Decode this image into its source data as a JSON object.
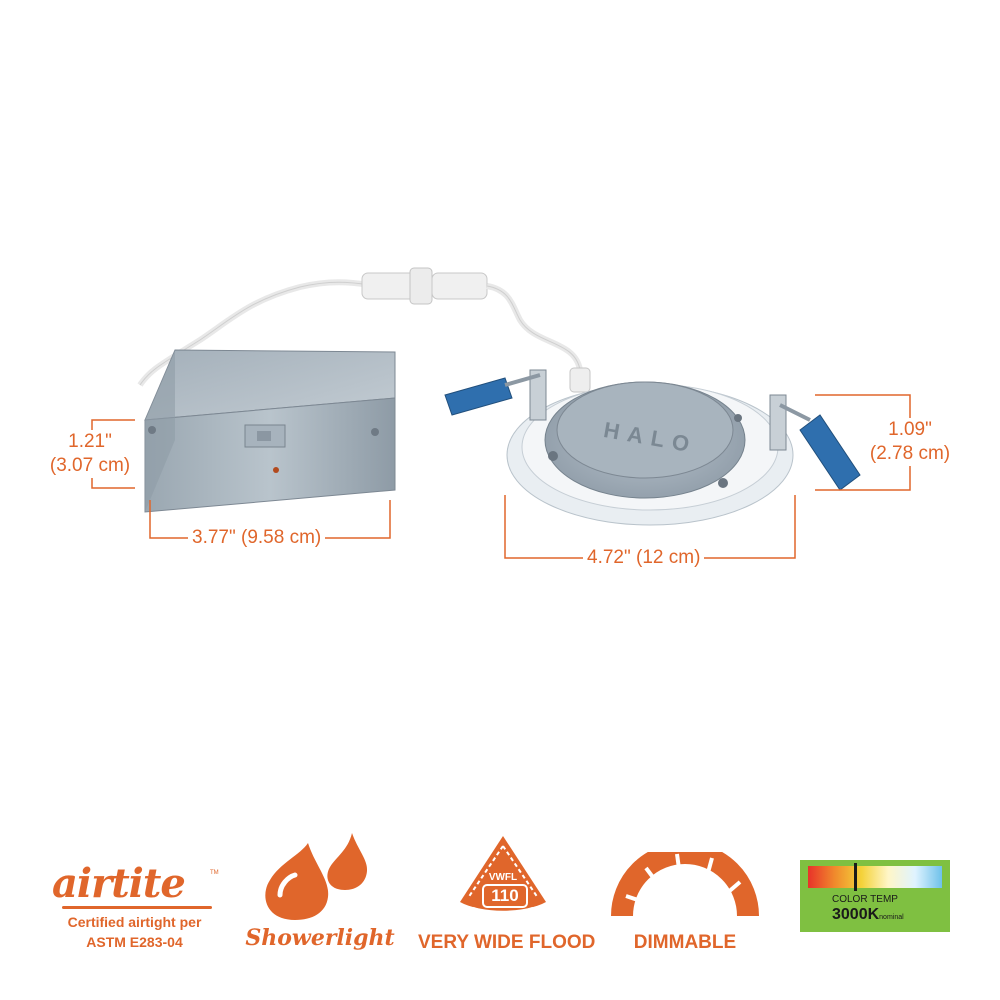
{
  "dimensions": {
    "box_height": "1.21\"",
    "box_height_cm": "(3.07 cm)",
    "box_width": "3.77\" (9.58 cm)",
    "light_diameter": "4.72\" (12 cm)",
    "light_height": "1.09\"",
    "light_height_cm": "(2.78 cm)"
  },
  "product": {
    "brand_mark": "HALO"
  },
  "features": {
    "airtite": {
      "logo": "airtite",
      "trademark": "TM",
      "line1": "Certified airtight per",
      "line2": "ASTM E283-04",
      "icon": "airtite-logo"
    },
    "showerlight": {
      "label": "Showerlight",
      "icon": "water-drops-icon"
    },
    "flood": {
      "badge_top": "VWFL",
      "badge_num": "110",
      "label": "VERY WIDE FLOOD",
      "icon": "beam-spread-icon"
    },
    "dimmable": {
      "label": "DIMMABLE",
      "icon": "dimmer-arc-icon"
    },
    "color_temp": {
      "heading": "COLOR TEMP",
      "value": "3000K",
      "suffix": "nominal",
      "icon": "color-temp-badge"
    }
  },
  "colors": {
    "accent": "#e0662b",
    "green_badge": "#7fc041"
  }
}
